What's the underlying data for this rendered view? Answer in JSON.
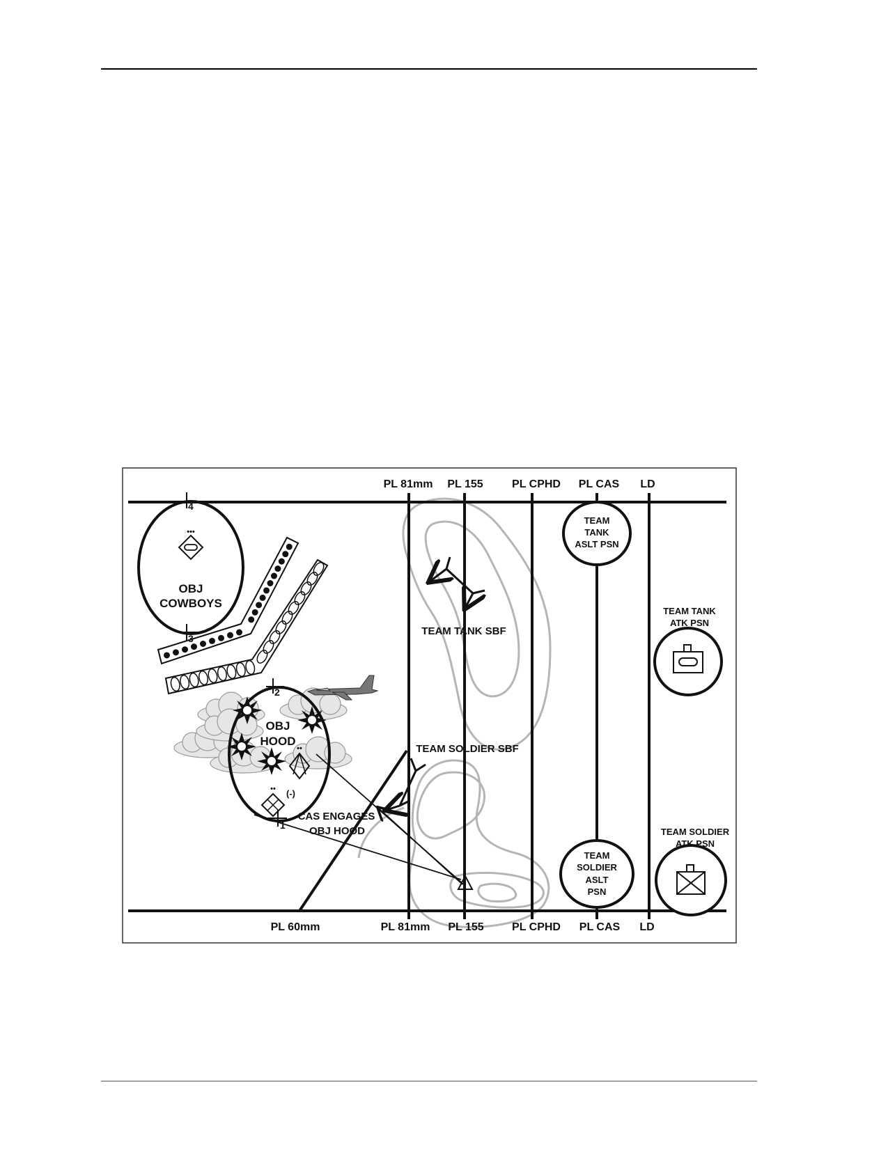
{
  "phase_lines_top": [
    {
      "key": "pl81",
      "label": "PL 81mm"
    },
    {
      "key": "pl155",
      "label": "PL 155"
    },
    {
      "key": "plcphd",
      "label": "PL CPHD"
    },
    {
      "key": "plcas",
      "label": "PL CAS"
    },
    {
      "key": "ld",
      "label": "LD"
    }
  ],
  "phase_lines_bottom": [
    {
      "key": "pl60",
      "label": "PL 60mm"
    },
    {
      "key": "pl81",
      "label": "PL 81mm"
    },
    {
      "key": "pl155",
      "label": "PL 155"
    },
    {
      "key": "plcphd",
      "label": "PL CPHD"
    },
    {
      "key": "plcas",
      "label": "PL CAS"
    },
    {
      "key": "ld",
      "label": "LD"
    }
  ],
  "objectives": {
    "cowboys": {
      "line1": "OBJ",
      "line2": "COWBOYS"
    },
    "hood": {
      "line1": "OBJ",
      "line2": "HOOD"
    }
  },
  "checkpoints": [
    "4",
    "3",
    "2",
    "1"
  ],
  "positions": {
    "tank_aslt": [
      "TEAM",
      "TANK",
      "ASLT PSN"
    ],
    "soldier_aslt": [
      "TEAM",
      "SOLDIER",
      "ASLT",
      "PSN"
    ],
    "tank_atk": [
      "TEAM TANK",
      "ATK PSN"
    ],
    "soldier_atk": [
      "TEAM SOLDIER",
      "ATK PSN"
    ]
  },
  "sbf": {
    "tank": "TEAM TANK SBF",
    "soldier": "TEAM SOLDIER SBF"
  },
  "cas_note": [
    "CAS ENGAGES",
    "OBJ HOOD"
  ],
  "unit_modifiers": {
    "platoon": "•••",
    "section": "••",
    "reduced": "(-)"
  },
  "colors": {
    "ink": "#111111",
    "terrain_contour": "#b5b5b5",
    "smoke_cloud": "#e6e6e6"
  }
}
